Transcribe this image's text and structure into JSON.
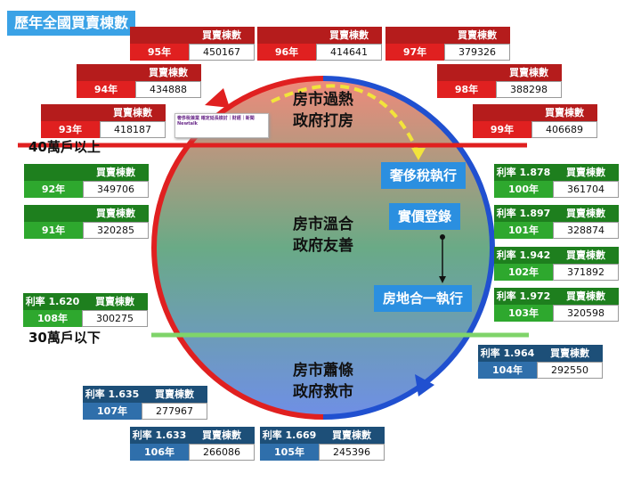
{
  "title": "歷年全國買賣棟數",
  "header_label": "買賣棟數",
  "thresholds": {
    "upper": "40萬戶以上",
    "lower": "30萬戶以下"
  },
  "phases": {
    "top": [
      "房市過熱",
      "政府打房"
    ],
    "middle": [
      "房市溫合",
      "政府友善"
    ],
    "bottom": [
      "房市蕭條",
      "政府救市"
    ]
  },
  "policies": [
    "奢侈稅執行",
    "實價登錄",
    "房地合一執行"
  ],
  "news_caption": "奢侈稅兼業 確定延長檢討｜財經｜新聞 Newtalk",
  "cards": {
    "y95": {
      "year": "95年",
      "value": "450167"
    },
    "y96": {
      "year": "96年",
      "value": "414641"
    },
    "y97": {
      "year": "97年",
      "value": "379326"
    },
    "y94": {
      "year": "94年",
      "value": "434888"
    },
    "y98": {
      "year": "98年",
      "value": "388298"
    },
    "y93": {
      "year": "93年",
      "value": "418187"
    },
    "y99": {
      "year": "99年",
      "value": "406689"
    },
    "y92": {
      "year": "92年",
      "value": "349706"
    },
    "y91": {
      "year": "91年",
      "value": "320285"
    },
    "y108": {
      "year": "108年",
      "value": "300275",
      "rate": "利率 1.620"
    },
    "y100": {
      "year": "100年",
      "value": "361704",
      "rate": "利率 1.878"
    },
    "y101": {
      "year": "101年",
      "value": "328874",
      "rate": "利率 1.897"
    },
    "y102": {
      "year": "102年",
      "value": "371892",
      "rate": "利率 1.942"
    },
    "y103": {
      "year": "103年",
      "value": "320598",
      "rate": "利率 1.972"
    },
    "y104": {
      "year": "104年",
      "value": "292550",
      "rate": "利率 1.964"
    },
    "y107": {
      "year": "107年",
      "value": "277967",
      "rate": "利率 1.635"
    },
    "y106": {
      "year": "106年",
      "value": "266086",
      "rate": "利率 1.633"
    },
    "y105": {
      "year": "105年",
      "value": "245396",
      "rate": "利率 1.669"
    }
  },
  "colors": {
    "hot": "#e02020",
    "mild": "#2ea82e",
    "cold": "#2f6fab",
    "accent": "#3aa2e6"
  }
}
